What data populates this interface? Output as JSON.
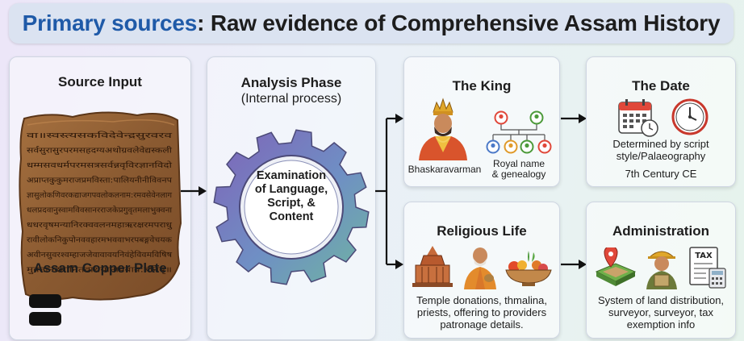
{
  "title": {
    "highlight": "Primary sources",
    "rest": ": Raw evidence of Comprehensive Assam History"
  },
  "source": {
    "heading": "Source Input",
    "caption": "Assam Copper Plate",
    "script_lines": [
      "वा॥स्वस्त्यसकविदेवेन्द्रसुरवरव",
      "सर्वसुरासुरपरमसहदग्यअथोग्रवलेवेद्यस्कली",
      "धम्मसवधर्मपरमसत्रसर्वन्नवृविरज्ञानविदो",
      "अप्राप्तकुकुमराजप्रमविस्ता:पालियनीनीविवनप",
      "ज्ञासुलोकणिवरकद्याजगपवलोकलनाम:रमवसेवेनलाग",
      "धलप्रदवानुस्वामविवसानरराजकेप्रगुवृतमलाभुक्वना",
      "धधरवृषमन्यानिरक्ववलनमहाऋरक्षरमपराधु",
      "रावीलोकनिकुपोनववहारमभववाभरपबङ्गवेचयक",
      "अवीनसुवरश्वम्हाजजेवावावयनिवंहेविवमविषिष",
      "मुक्तानदनानितवाथयानापबाव:बनिबृ॥"
    ]
  },
  "analysis": {
    "heading": "Analysis Phase",
    "subheading": "(Internal process)",
    "gear_lines": [
      "Examination",
      "of Language,",
      "Script, &",
      "Content"
    ]
  },
  "king": {
    "title": "The King",
    "name": "Bhaskaravarman",
    "genealogy_lines": [
      "Royal name",
      "& genealogy"
    ]
  },
  "date": {
    "title": "The Date",
    "desc_lines": [
      "Determined by script",
      "style/Palaeography"
    ],
    "century": "7th Century CE"
  },
  "religious": {
    "title": "Religious Life",
    "desc_lines": [
      "Temple donations, thmalina,",
      "priests, offering to providers",
      "patronage details."
    ]
  },
  "admin": {
    "title": "Administration",
    "tax_label": "TAX",
    "desc_lines": [
      "System of land distribution,",
      "surveyor, surveyor, tax",
      "exemption info"
    ]
  }
}
